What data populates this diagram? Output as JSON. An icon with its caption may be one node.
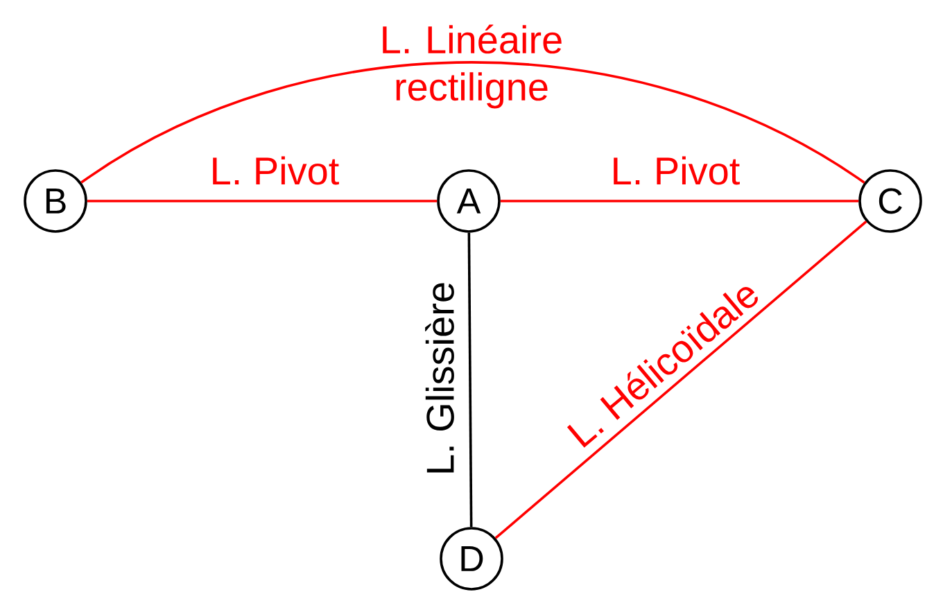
{
  "diagram": {
    "nodes": [
      {
        "text": [
          "B"
        ]
      },
      {
        "text": [
          "A"
        ]
      },
      {
        "text": [
          "C"
        ]
      },
      {
        "text": [
          "D"
        ]
      }
    ],
    "edges": [
      {
        "from": 0,
        "to": 2,
        "arrow": "none",
        "label": "L. Linéaire rectiligne"
      },
      {
        "from": 0,
        "to": 1,
        "arrow": "none",
        "label": "L. Pivot"
      },
      {
        "from": 1,
        "to": 2,
        "arrow": "none",
        "label": "L. Pivot"
      },
      {
        "from": 1,
        "to": 3,
        "arrow": "none",
        "label": "L. Glissière",
        "color": "#000000"
      },
      {
        "from": 3,
        "to": 2,
        "arrow": "none",
        "label": "L. Hélicoïdale"
      }
    ]
  }
}
